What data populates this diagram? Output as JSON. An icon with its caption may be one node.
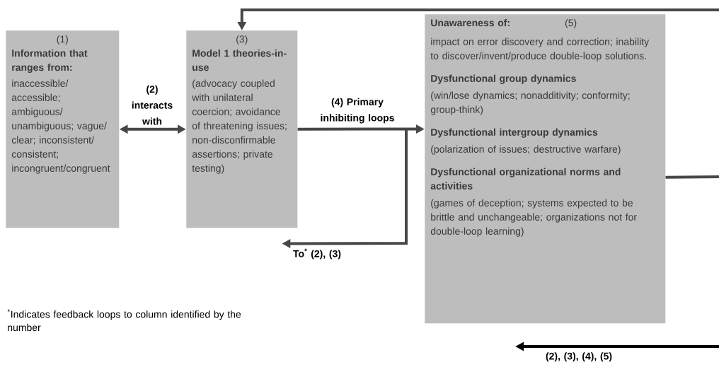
{
  "diagram": {
    "nodes": [
      {
        "text": [
          "(1)",
          "Information that ranges from:",
          "inaccessible/accessible; ambiguous/unambiguous; vague/clear; inconsistent/consistent; incongruent/congruent"
        ]
      },
      {
        "text": [
          "(3)",
          "Model 1 theories-in-use",
          "(advocacy coupled with unilateral coercion; avoidance of threatening issues; non-disconfirmable assertions; private testing)"
        ]
      },
      {
        "text": [
          "Unawareness of:",
          "(5)",
          "impact on error discovery and correction; inability to discover/invent/produce double-loop solutions.",
          "Dysfunctional group dynamics",
          "(win/lose dynamics; nonadditivity; conformity; group-think)",
          "Dysfunctional intergroup dynamics",
          "(polarization of issues; destructive warfare)",
          "Dysfunctional organizational norms and activities",
          "(games of deception; systems expected to be brittle and unchangeable; organizations not for double-loop learning)"
        ]
      }
    ],
    "edges": [
      {
        "from": 0,
        "to": 1,
        "arrow": "both",
        "label": "(2) interacts with"
      },
      {
        "from": 1,
        "to": 2,
        "arrow": "to",
        "label": "(4) Primary inhibiting loops"
      },
      {
        "from": null,
        "to": 1,
        "arrow": "to",
        "label": "To$^{*}$ (2), (3)"
      },
      {
        "from": null,
        "to": 1,
        "arrow": "to"
      },
      {
        "from": 2,
        "to": null,
        "arrow": "none"
      }
    ],
    "labels": [
      "$^{*}$Indicates feedback loops to column identified by the number",
      "(2), (3), (4), (5)"
    ]
  }
}
